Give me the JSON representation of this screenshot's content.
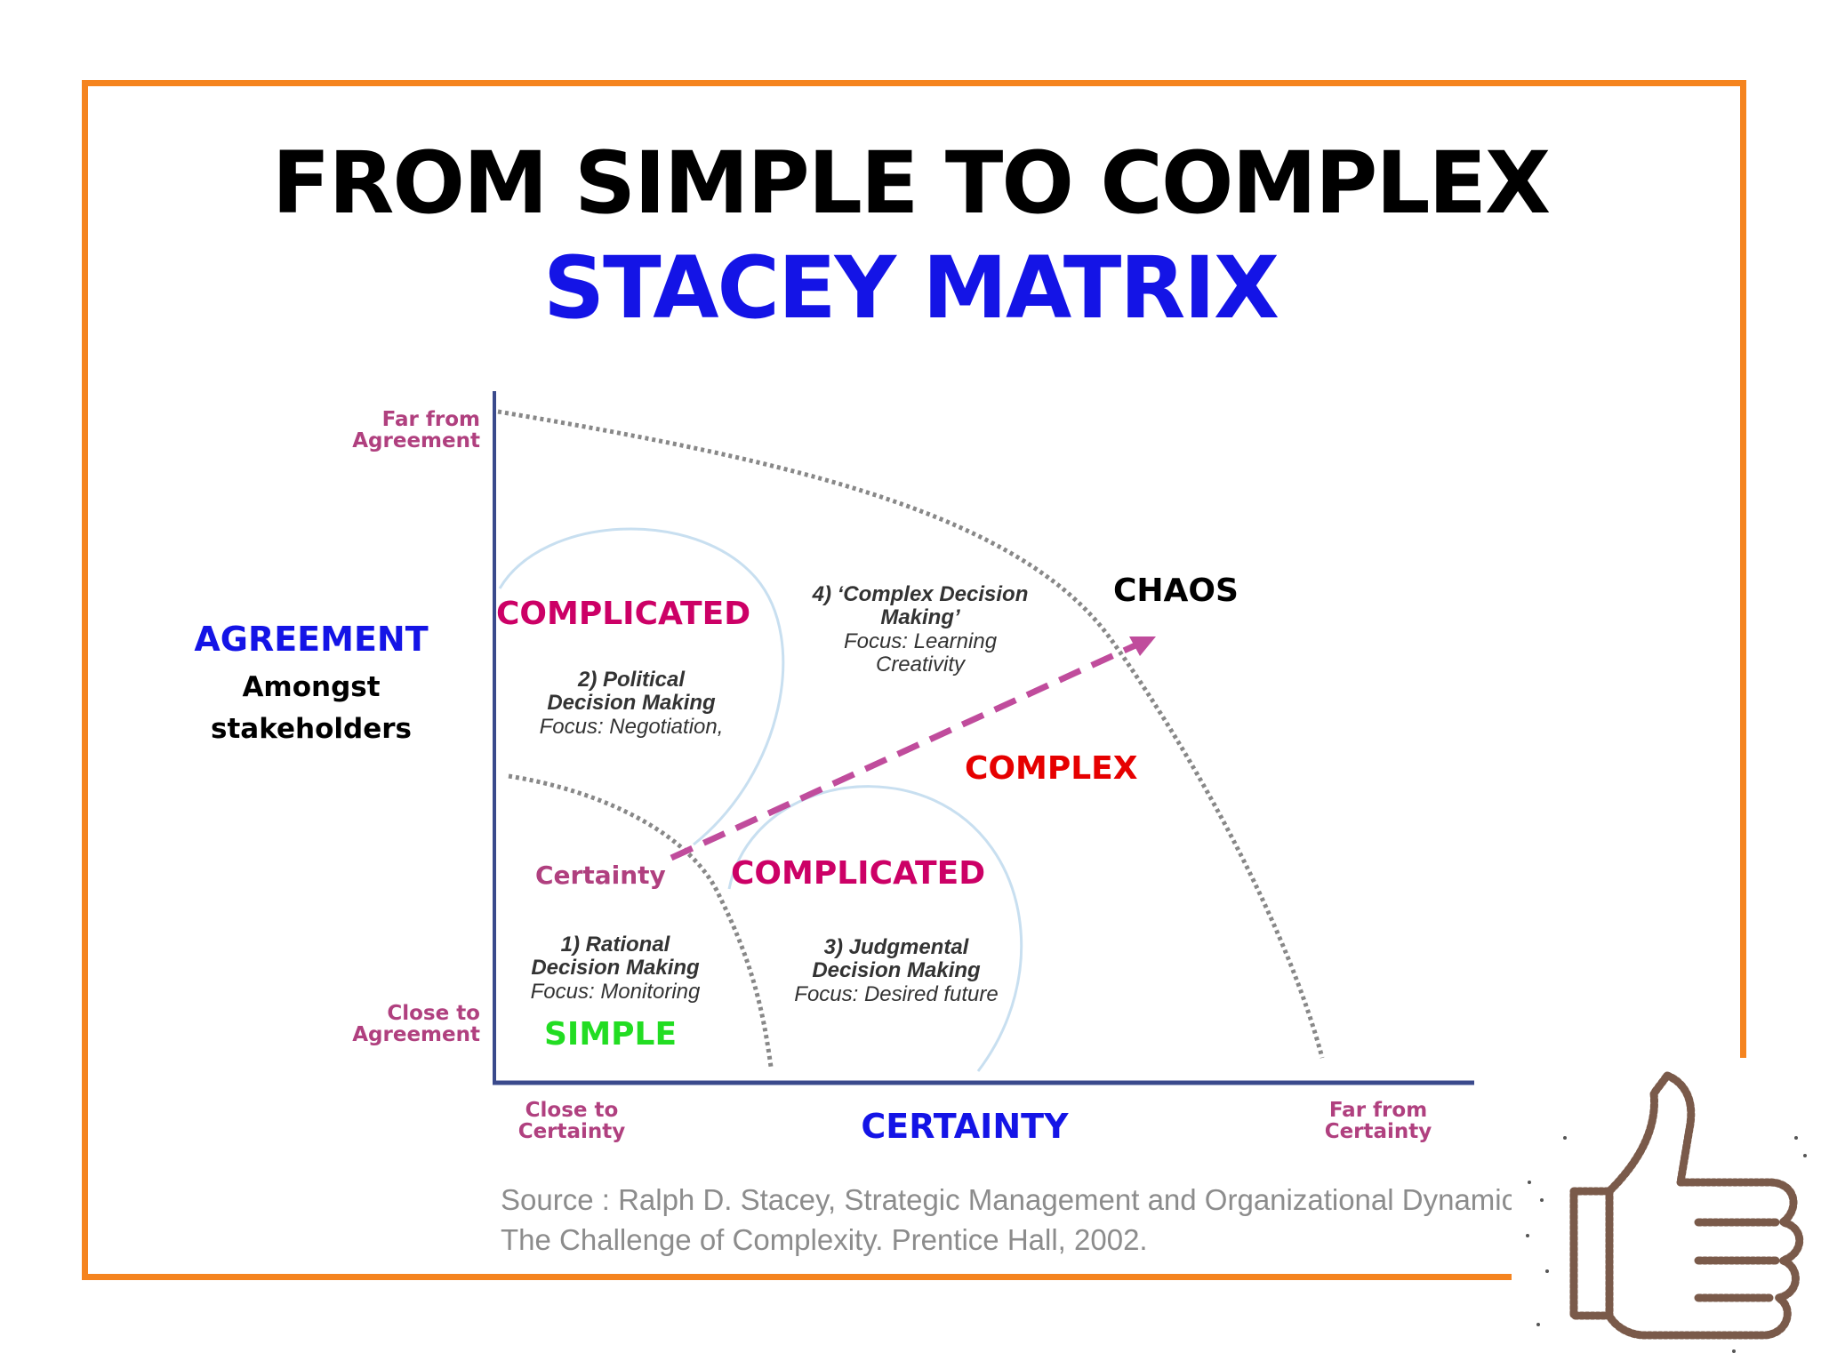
{
  "title": {
    "line1": "FROM SIMPLE TO COMPLEX",
    "line2": "STACEY MATRIX"
  },
  "y_axis": {
    "top_label": "Far from\nAgreement",
    "bottom_label": "Close to\nAgreement",
    "side_title": "AGREEMENT",
    "side_sub_1": "Amongst",
    "side_sub_2": "stakeholders"
  },
  "x_axis": {
    "left_label": "Close to\nCertainty",
    "right_label": "Far from\nCertainty",
    "title": "CERTAINTY"
  },
  "zones": {
    "complicated_top": "COMPLICATED",
    "complicated_bottom": "COMPLICATED",
    "complex": "COMPLEX",
    "chaos": "CHAOS",
    "simple": "SIMPLE",
    "certainty": "Certainty"
  },
  "descriptions": {
    "political_1": "2) Political",
    "political_2": "Decision Making",
    "political_3": "Focus: Negotiation,",
    "complex_1": "4) ‘Complex Decision",
    "complex_2": "Making’",
    "complex_3": "Focus: Learning",
    "complex_4": "Creativity",
    "rational_1": "1) Rational",
    "rational_2": "Decision Making",
    "rational_3": "Focus: Monitoring",
    "judgmental_1": "3) Judgmental",
    "judgmental_2": "Decision Making",
    "judgmental_3": "Focus: Desired future"
  },
  "source": {
    "line1": "Source : Ralph D. Stacey, Strategic Management and Organizational Dynamics :",
    "line2": "The Challenge of Complexity. Prentice Hall, 2002."
  },
  "colors": {
    "frame": "#f5841f",
    "title_blue": "#1414e6",
    "magenta": "#cc0066",
    "red": "#e60000",
    "green": "#22dd22",
    "axis": "#3a4a8c",
    "arrow": "#c04c9c",
    "bubble": "#c8dff0"
  },
  "icons": {
    "thumbs_up": "thumbs-up-crowd-icon"
  }
}
